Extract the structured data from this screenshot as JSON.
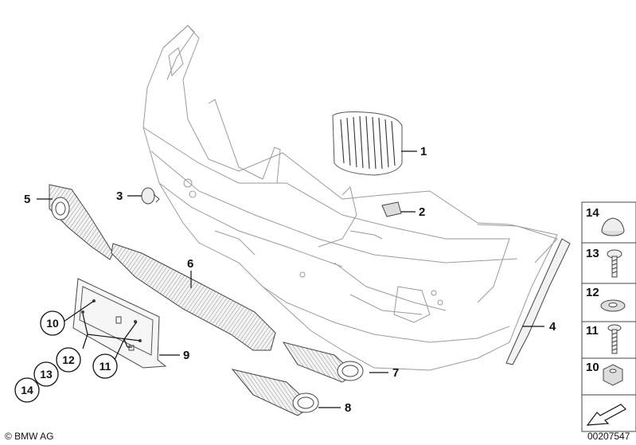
{
  "callouts": {
    "p1": "1",
    "p2": "2",
    "p3": "3",
    "p4": "4",
    "p5": "5",
    "p6": "6",
    "p7": "7",
    "p8": "8",
    "p9": "9"
  },
  "circled": {
    "c10": "10",
    "c11": "11",
    "c12": "12",
    "c13": "13",
    "c14": "14"
  },
  "side_panel": {
    "items": [
      "14",
      "13",
      "12",
      "11",
      "10"
    ]
  },
  "footer": {
    "copyright": "© BMW AG",
    "diagram_id": "00207547"
  }
}
